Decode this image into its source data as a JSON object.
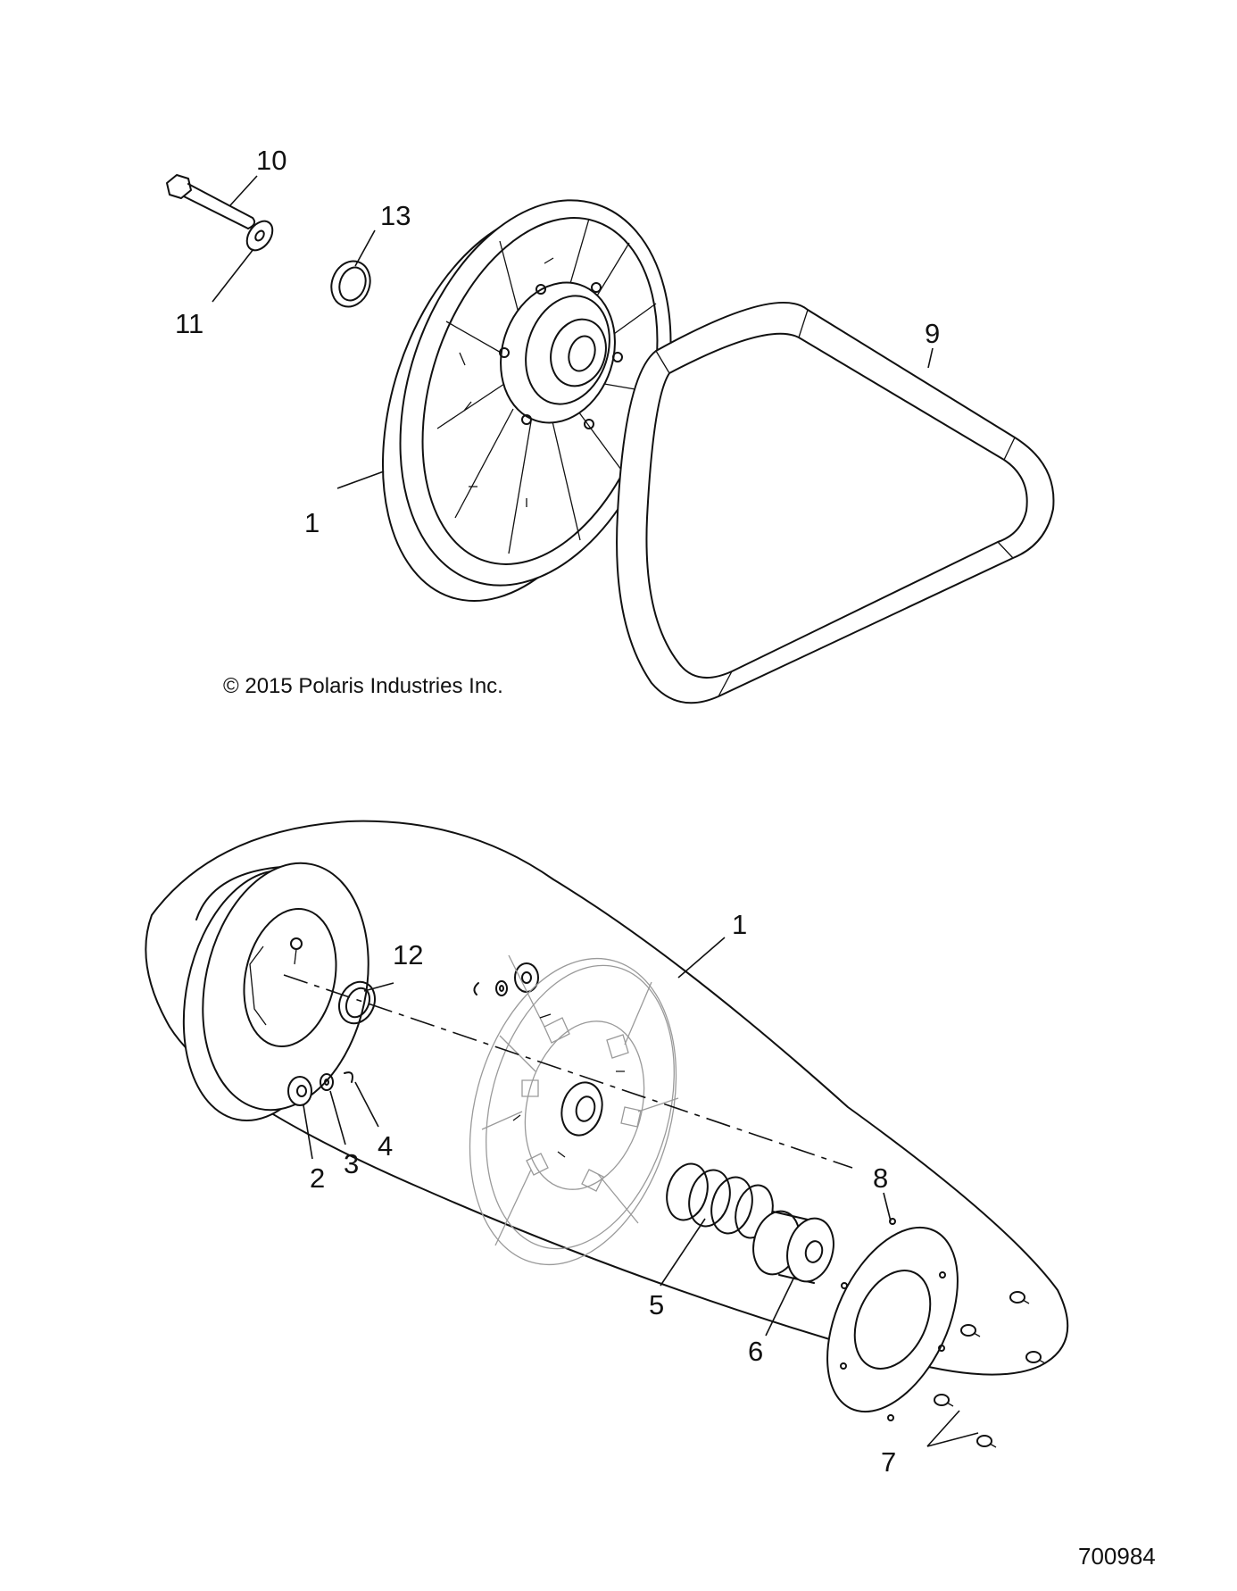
{
  "copyright": "© 2015 Polaris Industries Inc.",
  "figure_id": "700984",
  "callouts": [
    {
      "id": "c10",
      "text": "10"
    },
    {
      "id": "c11",
      "text": "11"
    },
    {
      "id": "c13",
      "text": "13"
    },
    {
      "id": "c9",
      "text": "9"
    },
    {
      "id": "c1a",
      "text": "1"
    },
    {
      "id": "c1b",
      "text": "1"
    },
    {
      "id": "c12",
      "text": "12"
    },
    {
      "id": "c2",
      "text": "2"
    },
    {
      "id": "c3",
      "text": "3"
    },
    {
      "id": "c4",
      "text": "4"
    },
    {
      "id": "c5",
      "text": "5"
    },
    {
      "id": "c6",
      "text": "6"
    },
    {
      "id": "c7",
      "text": "7"
    },
    {
      "id": "c8",
      "text": "8"
    }
  ]
}
